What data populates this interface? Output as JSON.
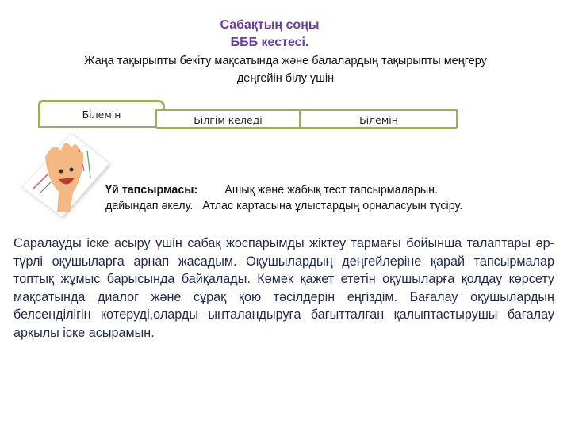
{
  "header": {
    "title_line1": "Сабақтың соңы",
    "title_line2": "БББ кестесі.",
    "subtitle_line1": "Жаңа тақырыпты бекіту мақсатында және балалардың тақырыпты меңгеру",
    "subtitle_line2": "деңгейін білу үшін",
    "title_color": "#6a3d9a"
  },
  "tabs": [
    {
      "label": "Білемін"
    },
    {
      "label": "Білгім келеді"
    },
    {
      "label": "Білемін"
    }
  ],
  "tab_border_color": "#9bb05a",
  "image": {
    "icon": "smiling-hand-image"
  },
  "homework": {
    "label": "Үй тапсырмасы:",
    "line1_text": "Ашық және жабық тест тапсырмаларын.",
    "line2_text": "дайындап әкелу.   Атлас картасына ұлыстардың орналасуын түсіру."
  },
  "body": {
    "paragraph": "Саралауды іске асыру үшін сабақ жоспарымды жіктеу тармағы бойынша талаптары әр-түрлі  оқушыларға арнап жасадым. Оқушылардың деңгейлеріне қарай тапсырмалар топтық жұмыс барысында байқалады. Көмек қажет ететін оқушыларға қолдау көрсету мақсатында диалог және сұрақ қою тәсілдерін еңгіздім. Бағалау оқушылардың белсенділігін көтеруді,оларды ынталандыруға бағытталған қалыптастырушы бағалау арқылы іске асырамын.",
    "text_color": "#1f2a4a"
  }
}
